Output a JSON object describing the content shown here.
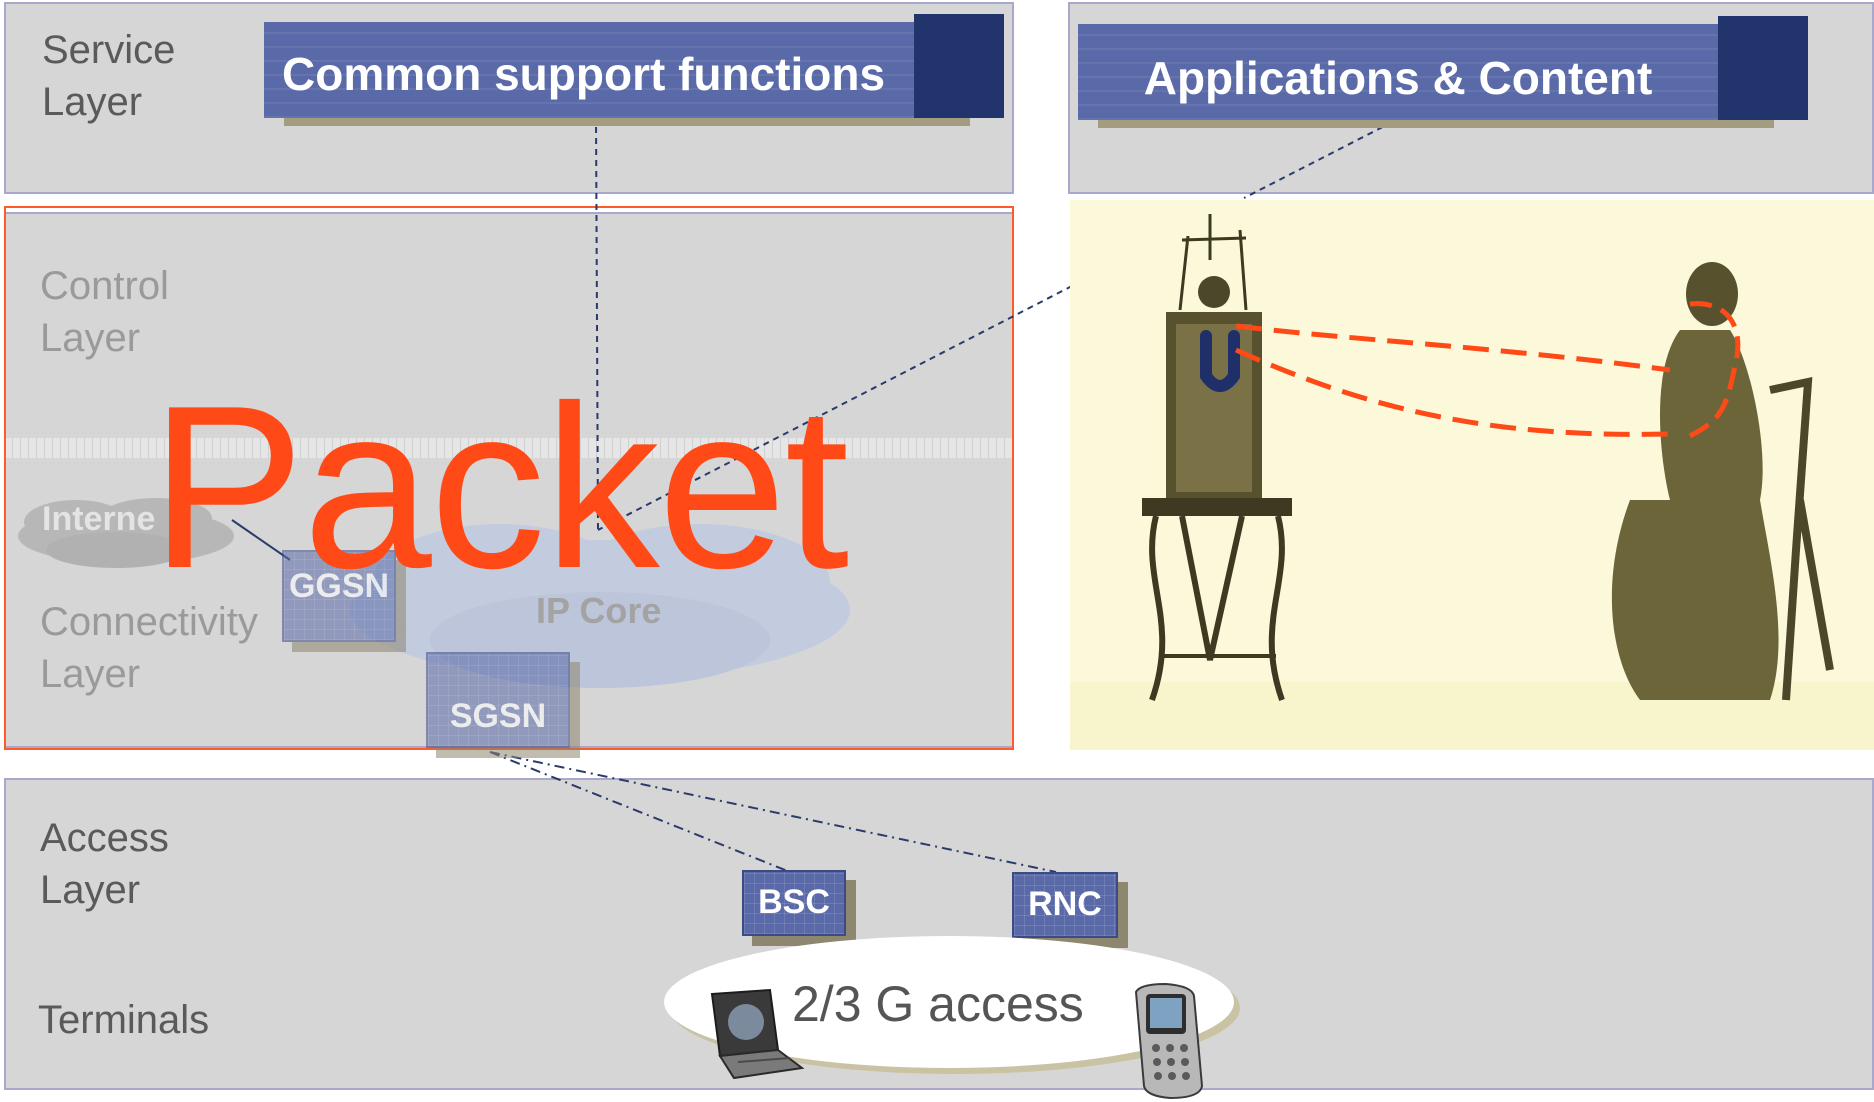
{
  "layers": {
    "service": "Service\nLayer",
    "control": "Control\nLayer",
    "connectivity": "Connectivity\nLayer",
    "access": "Access\nLayer",
    "terminals": "Terminals"
  },
  "banners": {
    "common_support": "Common support functions",
    "applications": "Applications & Content"
  },
  "nodes": {
    "ggsn": "GGSN",
    "sgsn": "SGSN",
    "bsc": "BSC",
    "rnc": "RNC"
  },
  "clouds": {
    "internet": "Interne",
    "ip_core": "IP Core"
  },
  "overlay": {
    "packet": "Packet"
  },
  "access_network": {
    "label": "2/3 G access"
  },
  "colors": {
    "layer_bg": "#d6d6d6",
    "node_blue": "#5a6aa8",
    "highlight": "#ff4a17",
    "illustration_bg": "#fbf9d9"
  }
}
